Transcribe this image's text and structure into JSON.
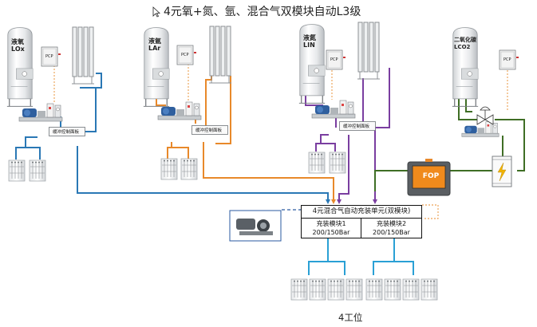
{
  "title": "4元氧+氮、氩、混合气双模块自动L3级",
  "tanks": [
    {
      "label_line1": "液氧",
      "label_line2": "LOx"
    },
    {
      "label_line1": "液氩",
      "label_line2": "LAr"
    },
    {
      "label_line1": "液氮",
      "label_line2": "LIN"
    },
    {
      "label_line1": "二氧化碳",
      "label_line2": "LCO2"
    }
  ],
  "pcp_label": "PCP",
  "buffer_panel_label": "缓冲控制面板",
  "fop_label": "FOP",
  "filling_unit": {
    "title": "4元混合气自动充装单元(双模块)",
    "module1": {
      "name": "充装模块1",
      "pressure": "200/150Bar"
    },
    "module2": {
      "name": "充装模块2",
      "pressure": "200/150Bar"
    }
  },
  "stations_label": "4工位",
  "colors": {
    "oxygen_line": "#2a78b5",
    "argon_line": "#e8892a",
    "nitrogen_line": "#7a3ea0",
    "co2_line": "#3f6e25",
    "module_line": "#2aa0d5",
    "pcp_link": "#e8892a",
    "remote_link": "#2a5aa0",
    "fop_screen": "#f08a1c"
  },
  "icons": [
    "cursor-icon",
    "tank-icon",
    "vaporizer-icon",
    "pump-skid-icon",
    "cylinder-rack-icon",
    "compressor-icon",
    "control-panel-icon",
    "analyzer-icon",
    "valve-icon"
  ]
}
